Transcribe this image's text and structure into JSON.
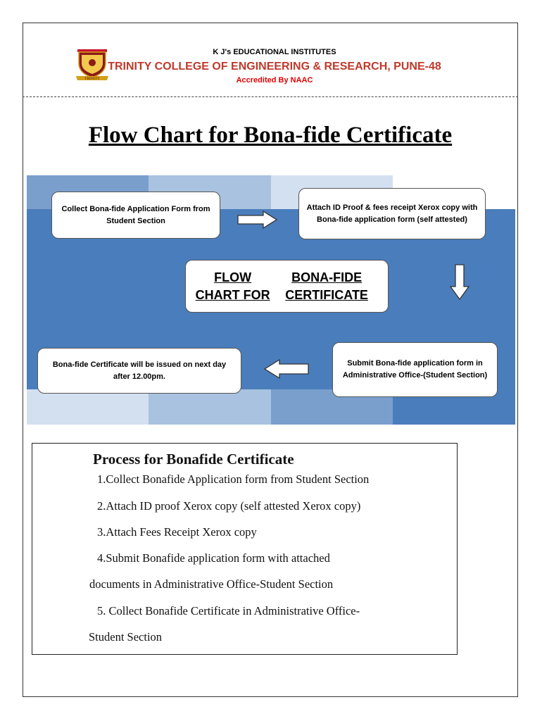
{
  "header": {
    "institutes": "K J's EDUCATIONAL INSTITUTES",
    "college": "TRINITY  COLLEGE OF ENGINEERING & RESEARCH,  PUNE-48",
    "accreditation": "Accredited By NAAC",
    "logo_text": "TRINITY"
  },
  "title": "Flow Chart for Bona-fide Certificate",
  "flow": {
    "step1": "Collect Bona-fide Application Form from Student Section",
    "step2": "Attach ID Proof & fees receipt Xerox copy with Bona-fide application form (self attested)",
    "center_line1": "FLOW CHART FOR",
    "center_line2": "BONA-FIDE CERTIFICATE",
    "step3": "Submit Bona-fide application form in Administrative Office-(Student Section)",
    "step4": "Bona-fide Certificate will be issued on next day after 12.00pm."
  },
  "process": {
    "title": "Process for Bonafide Certificate",
    "item1": "1.Collect Bonafide Application form from Student Section",
    "item2": "2.Attach ID proof Xerox copy (self attested Xerox copy)",
    "item3": "3.Attach Fees Receipt Xerox copy",
    "item4_a": "4.Submit Bonafide application form with attached",
    "item4_b": "documents in Administrative Office-Student Section",
    "item5_a": "5. Collect Bonafide Certificate in Administrative Office-",
    "item5_b": "Student Section"
  },
  "colors": {
    "college_red": "#c0392b",
    "naac_red": "#e00000",
    "blue_dark": "#4a7dbb",
    "blue_mid": "#7a9fcd",
    "blue_light": "#a8c2e0",
    "blue_pale": "#d3e0f0"
  }
}
